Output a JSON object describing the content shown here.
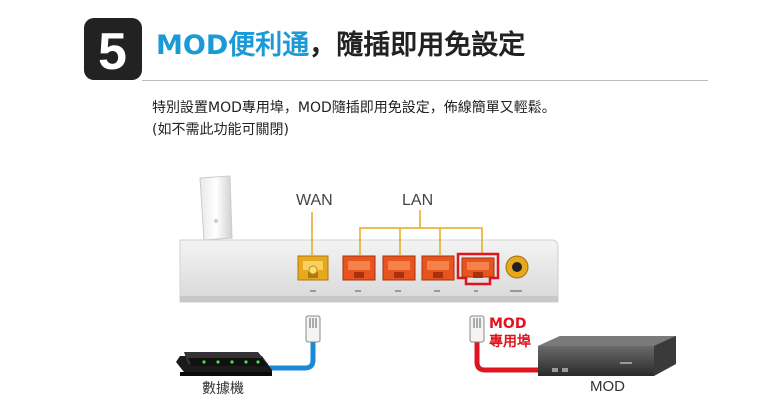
{
  "step": {
    "number": "5"
  },
  "title": {
    "highlight": "MOD便利通",
    "rest": "，隨插即用免設定"
  },
  "description": {
    "line1": "特別設置MOD專用埠，MOD隨插即用免設定，佈線簡單又輕鬆。",
    "line2": "(如不需此功能可關閉)"
  },
  "diagram": {
    "wan_label": "WAN",
    "lan_label": "LAN",
    "mod_port_label_line1": "MOD",
    "mod_port_label_line2": "專用埠",
    "modem_label": "數據機",
    "mod_label": "MOD"
  },
  "colors": {
    "accent": "#1a9ad6",
    "mod_red": "#e0141e",
    "lan_orange": "#e8541e",
    "wan_yellow": "#e8a81e",
    "modem_cable": "#1a8ad6"
  }
}
